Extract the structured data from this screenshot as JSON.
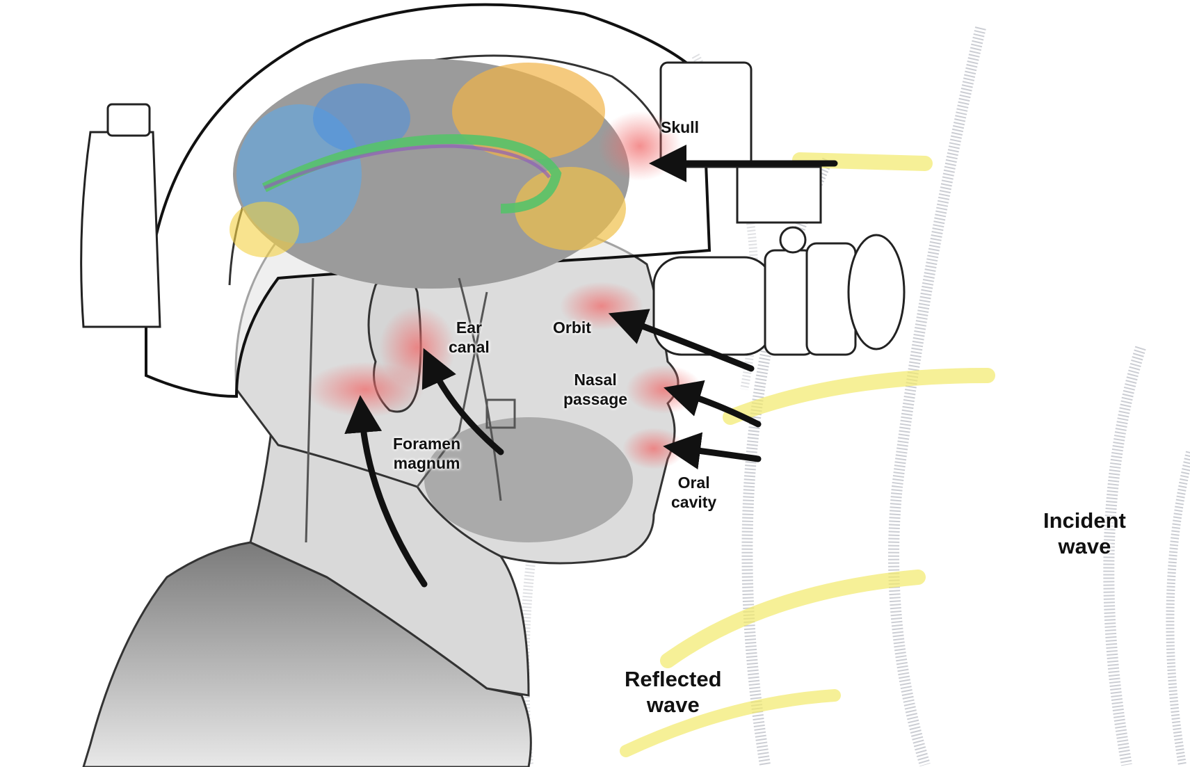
{
  "labels": {
    "skull": "Skull",
    "ear_canal": [
      "Ear",
      "canal"
    ],
    "orbit": "Orbit",
    "nasal_passage": [
      "Nasal",
      "passage"
    ],
    "foramen_magnum": [
      "Foramen",
      "magnum"
    ],
    "oral_cavity": [
      "Oral",
      "cavity"
    ],
    "incident_wave": [
      "Incident",
      "wave"
    ],
    "reflected_wave": [
      "Reflected",
      "wave"
    ]
  },
  "colors": {
    "wave_gray": "#b9bcc4",
    "wave_yellow": "#f3ea6a",
    "highlight_red": "#f07a7a",
    "line": "#1a1a1a",
    "skin": "#dcdcdc",
    "helmet": "#ffffff",
    "hoodie": "#8a8a8a"
  }
}
